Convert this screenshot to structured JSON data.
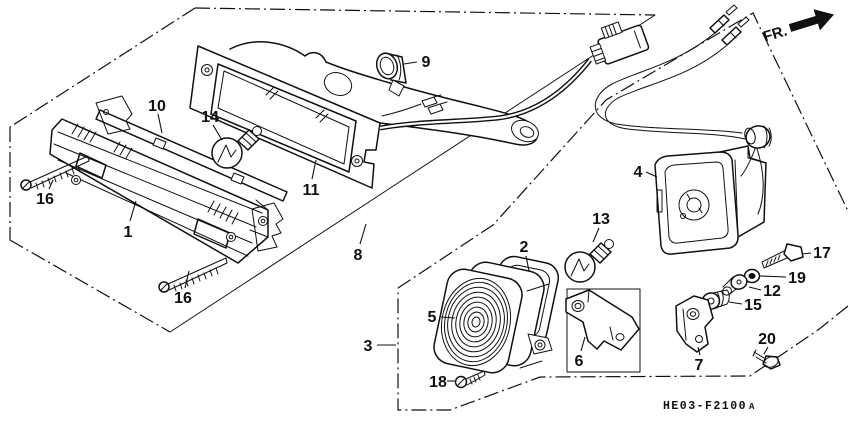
{
  "diagram": {
    "part_code": "HE03-F2100",
    "part_code_suffix": "A",
    "direction_indicator": "FR."
  },
  "colors": {
    "ink": "#101010",
    "paper": "#ffffff"
  },
  "callouts": {
    "c1": "1",
    "c2": "2",
    "c3": "3",
    "c4": "4",
    "c5": "5",
    "c6": "6",
    "c7": "7",
    "c8": "8",
    "c9": "9",
    "c10": "10",
    "c11": "11",
    "c12": "12",
    "c13": "13",
    "c14": "14",
    "c15": "15",
    "c16a": "16",
    "c16b": "16",
    "c17": "17",
    "c18": "18",
    "c19": "19",
    "c20": "20"
  }
}
